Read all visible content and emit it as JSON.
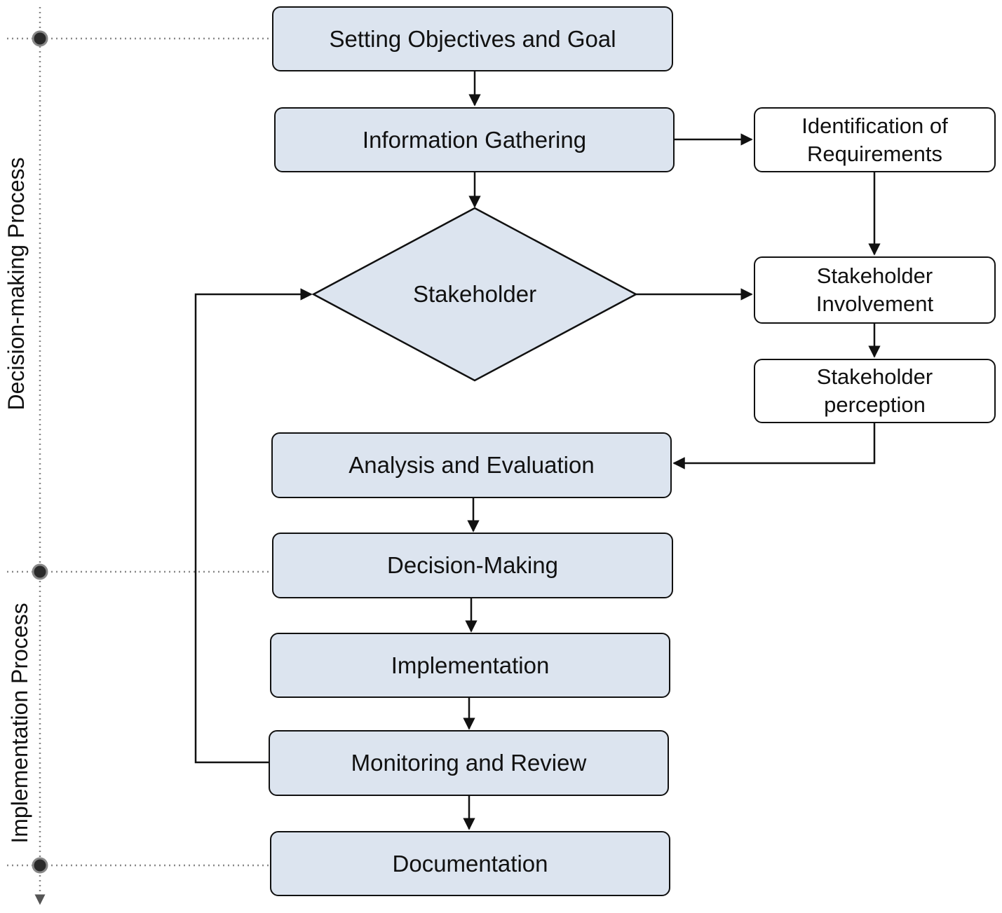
{
  "timeline": {
    "phases": [
      "Decision-making Process",
      "Implementation Process"
    ]
  },
  "nodes": {
    "setting_objectives": "Setting Objectives and Goal",
    "information_gathering": "Information Gathering",
    "stakeholder": "Stakeholder",
    "analysis_evaluation": "Analysis and Evaluation",
    "decision_making": "Decision-Making",
    "implementation": "Implementation",
    "monitoring_review": "Monitoring and Review",
    "documentation": "Documentation",
    "identification_requirements": [
      "Identification of",
      "Requirements"
    ],
    "stakeholder_involvement": [
      "Stakeholder",
      "Involvement"
    ],
    "stakeholder_perception": [
      "Stakeholder",
      "perception"
    ]
  },
  "colors": {
    "box_fill": "#dce4ef",
    "stroke": "#111111",
    "dotted": "#888888"
  }
}
